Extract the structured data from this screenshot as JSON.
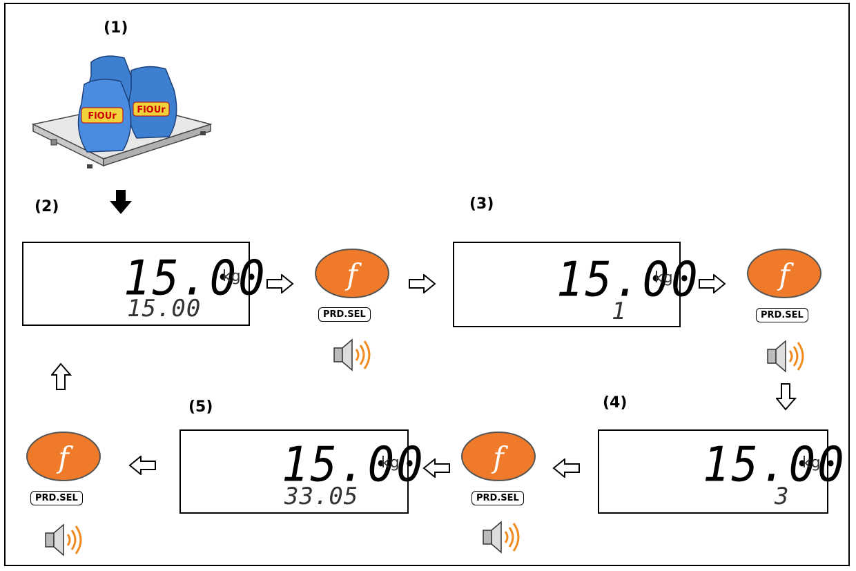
{
  "steps": {
    "s1": "(1)",
    "s2": "(2)",
    "s3": "(3)",
    "s4": "(4)",
    "s5": "(5)"
  },
  "scale_image": {
    "bag_label": "FlOUr"
  },
  "displays": {
    "d2": {
      "main": "15.00",
      "unit": "kg",
      "sub": "15.00"
    },
    "d3": {
      "main": "15.00",
      "unit": "kg",
      "sub": "1"
    },
    "d4": {
      "main": "15.00",
      "unit": "kg",
      "sub": "3"
    },
    "d5": {
      "main": "15.00",
      "unit": "kg",
      "sub": "33.05"
    }
  },
  "buttons": {
    "f_glyph": "f",
    "prd_sel": "PRD.SEL"
  },
  "colors": {
    "f_button": "#ee7a2a",
    "speaker_wave": "#f08a1e",
    "bag": "#3d7fd0"
  },
  "icons": [
    "f-key-icon",
    "speaker-icon",
    "arrow-right-icon",
    "arrow-left-icon",
    "arrow-up-icon",
    "arrow-down-icon",
    "solid-arrow-down-icon"
  ]
}
